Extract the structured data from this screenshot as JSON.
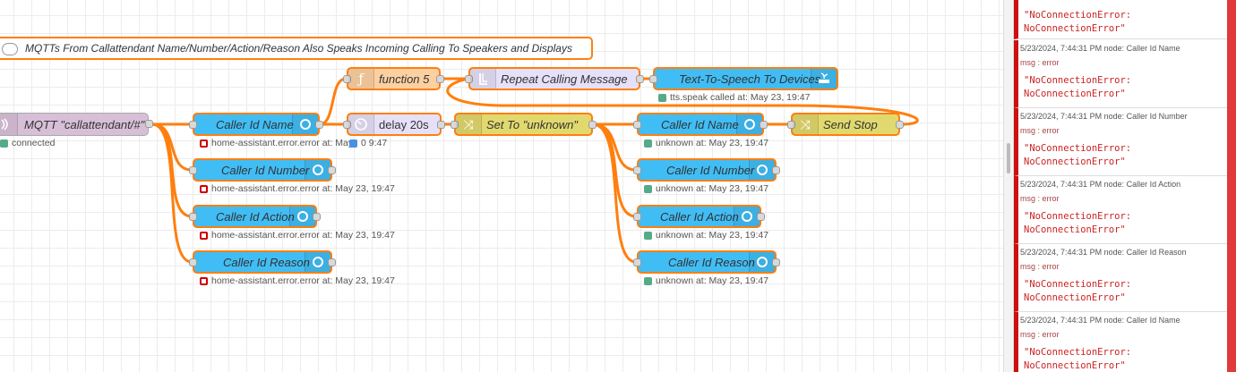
{
  "comment": {
    "text": "MQTTs From Callattendant Name/Number/Action/Reason Also Speaks Incoming Calling To Speakers and Displays"
  },
  "nodes": {
    "mqtt_in": {
      "label": "MQTT \"callattendant/#\"",
      "status": "connected"
    },
    "caller_id_name_1": {
      "label": "Caller Id Name",
      "status": "home-assistant.error.error at: May"
    },
    "caller_id_number_1": {
      "label": "Caller Id Number",
      "status": "home-assistant.error.error at: May 23, 19:47"
    },
    "caller_id_action_1": {
      "label": "Caller Id Action",
      "status": "home-assistant.error.error at: May 23, 19:47"
    },
    "caller_id_reason_1": {
      "label": "Caller Id Reason",
      "status": "home-assistant.error.error at: May 23, 19:47"
    },
    "function5": {
      "label": "function 5"
    },
    "delay": {
      "label": "delay 20s",
      "status": "0 9:47"
    },
    "repeat": {
      "label": "Repeat Calling Message"
    },
    "tts": {
      "label": "Text-To-Speech To Devices",
      "status": "tts.speak called at: May 23, 19:47"
    },
    "set_unknown": {
      "label": "Set To \"unknown\""
    },
    "caller_id_name_2": {
      "label": "Caller Id Name",
      "status": "unknown at: May 23, 19:47"
    },
    "send_stop": {
      "label": "Send Stop"
    },
    "caller_id_number_2": {
      "label": "Caller Id Number",
      "status": "unknown at: May 23, 19:47"
    },
    "caller_id_action_2": {
      "label": "Caller Id Action",
      "status": "unknown at: May 23, 19:47"
    },
    "caller_id_reason_2": {
      "label": "Caller Id Reason",
      "status": "unknown at: May 23, 19:47"
    }
  },
  "debug": {
    "messages": [
      {
        "meta": "",
        "topic": "",
        "value1": "\"NoConnectionError:",
        "value2": "NoConnectionError\""
      },
      {
        "meta": "5/23/2024, 7:44:31 PM   node: Caller Id Name",
        "topic": "msg : error",
        "value1": "\"NoConnectionError:",
        "value2": "NoConnectionError\""
      },
      {
        "meta": "5/23/2024, 7:44:31 PM   node: Caller Id Number",
        "topic": "msg : error",
        "value1": "\"NoConnectionError:",
        "value2": "NoConnectionError\""
      },
      {
        "meta": "5/23/2024, 7:44:31 PM   node: Caller Id Action",
        "topic": "msg : error",
        "value1": "\"NoConnectionError:",
        "value2": "NoConnectionError\""
      },
      {
        "meta": "5/23/2024, 7:44:31 PM   node: Caller Id Reason",
        "topic": "msg : error",
        "value1": "\"NoConnectionError:",
        "value2": "NoConnectionError\""
      },
      {
        "meta": "5/23/2024, 7:44:31 PM   node: Caller Id Name",
        "topic": "msg : error",
        "value1": "\"NoConnectionError:",
        "value2": "NoConnectionError\""
      }
    ]
  },
  "colors": {
    "selection": "#ff7f0e",
    "home_assistant": "#41bdf5",
    "error": "#cc2222"
  }
}
